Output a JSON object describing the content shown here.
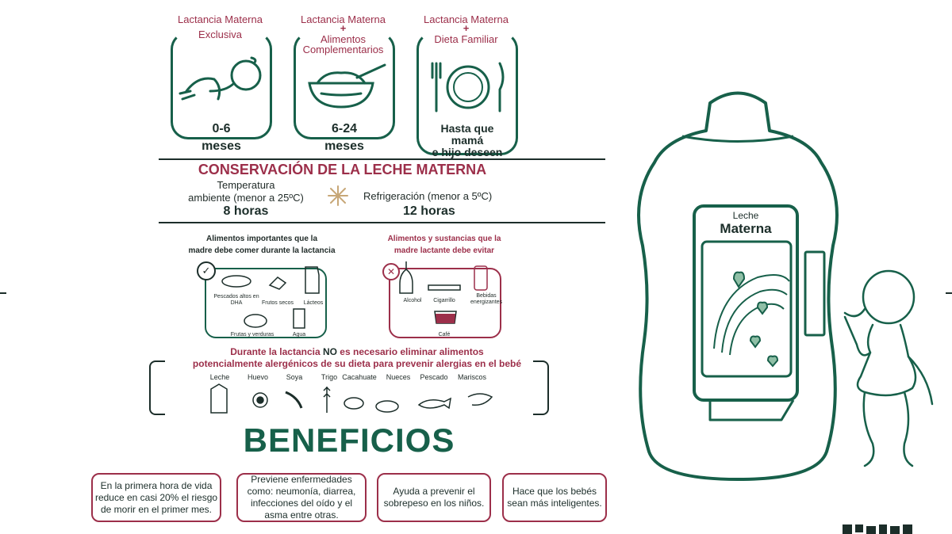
{
  "stages": [
    {
      "top_line1": "Lactancia Materna",
      "top_line2": "Exclusiva",
      "big_line1": "0-6",
      "big_line2": "meses",
      "big_line3": ""
    },
    {
      "top_line1": "Lactancia Materna",
      "plus": "+",
      "top_line2": "Alimentos",
      "top_line3": "Complementarios",
      "big_line1": "6-24",
      "big_line2": "meses",
      "big_line3": ""
    },
    {
      "top_line1": "Lactancia Materna",
      "plus": "+",
      "top_line2": "Dieta Familiar",
      "big_line1": "Hasta que",
      "big_line2": "mamá",
      "big_line3": "e hijo deseen"
    }
  ],
  "conservation": {
    "title": "CONSERVACIÓN DE LA LECHE MATERNA",
    "left_line1": "Temperatura",
    "left_line2": "ambiente (menor a 25ºC)",
    "left_value": "8 horas",
    "right_label": "Refrigeración (menor a 5ºC)",
    "right_value": "12 horas"
  },
  "eat": {
    "title_line1": "Alimentos importantes que la",
    "title_line2": "madre debe comer durante la lactancia",
    "items": [
      "Pescados altos en DHA",
      "Frutos secos",
      "Lácteos",
      "Frutas y verduras",
      "Agua"
    ]
  },
  "avoid": {
    "title_line1": "Alimentos y sustancias que la",
    "title_line2": "madre lactante debe evitar",
    "items": [
      "Alcohol",
      "Cigarrillo",
      "Bebidas energizantes",
      "Café"
    ]
  },
  "allergens": {
    "line1_pre": "Durante la lactancia ",
    "line1_strong": "NO",
    "line1_post": " es necesario eliminar alimentos",
    "line2": "potencialmente alergénicos de su dieta para prevenir alergias en el bebé",
    "items": [
      "Leche",
      "Huevo",
      "Soya",
      "Trigo",
      "Cacahuate",
      "Nueces",
      "Pescado",
      "Mariscos"
    ]
  },
  "benefits": {
    "title": "BENEFICIOS",
    "items": [
      "En la primera hora de vida reduce en casi 20% el riesgo de morir en el primer mes.",
      "Previene enfermedades como: neumonía, diarrea, infecciones del oído y el asma entre otras.",
      "Ayuda a prevenir el sobrepeso en los niños.",
      "Hace que los bebés sean más inteligentes."
    ]
  },
  "machine": {
    "label_line1": "Leche",
    "label_line2": "Materna"
  },
  "colors": {
    "green": "#17604a",
    "maroon": "#9c2f4a",
    "dark": "#1c2e2a"
  }
}
